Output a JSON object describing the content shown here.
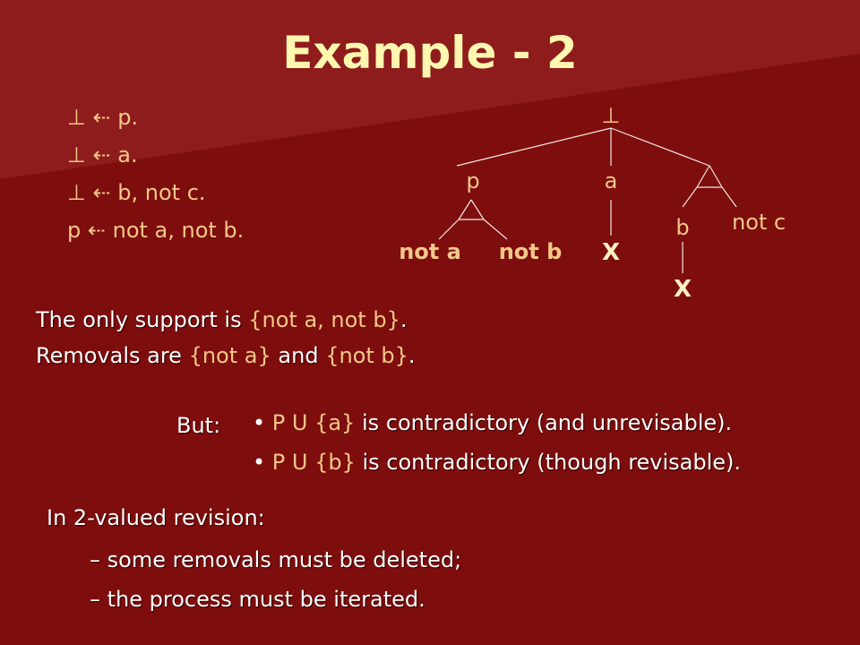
{
  "slide": {
    "title": "Example - 2",
    "colors": {
      "background": "#7e0d0d",
      "title": "#fff6b0",
      "accent": "#f3c888",
      "text": "#ffffff"
    }
  },
  "rules": [
    "⊥ ⇠ p.",
    "⊥ ⇠ a.",
    "⊥ ⇠ b, not c.",
    "p ⇠ not a, not b."
  ],
  "tree": {
    "root": "⊥",
    "p": "p",
    "a": "a",
    "b": "b",
    "not_c": "not c",
    "not_a": "not a",
    "not_b": "not b",
    "x_under_a": "X",
    "x_under_b": "X"
  },
  "support": {
    "line1_prefix": "The only support is ",
    "line1_set": "{not a, not b}",
    "line1_suffix": ".",
    "line2_prefix": "Removals are ",
    "line2_set1": "{not a}",
    "line2_mid": " and ",
    "line2_set2": "{not b}",
    "line2_suffix": "."
  },
  "but": {
    "label": "But:",
    "items": [
      {
        "bullet": "•",
        "set": " P U {a} ",
        "text": "is contradictory (and unrevisable)."
      },
      {
        "bullet": "•",
        "set": " P U {b} ",
        "text": "is contradictory (though revisable)."
      }
    ]
  },
  "revision": {
    "title": "In 2-valued revision:",
    "items": [
      {
        "dash": "–",
        "text": "some removals must be deleted;"
      },
      {
        "dash": "–",
        "text": "the process must be iterated."
      }
    ]
  }
}
